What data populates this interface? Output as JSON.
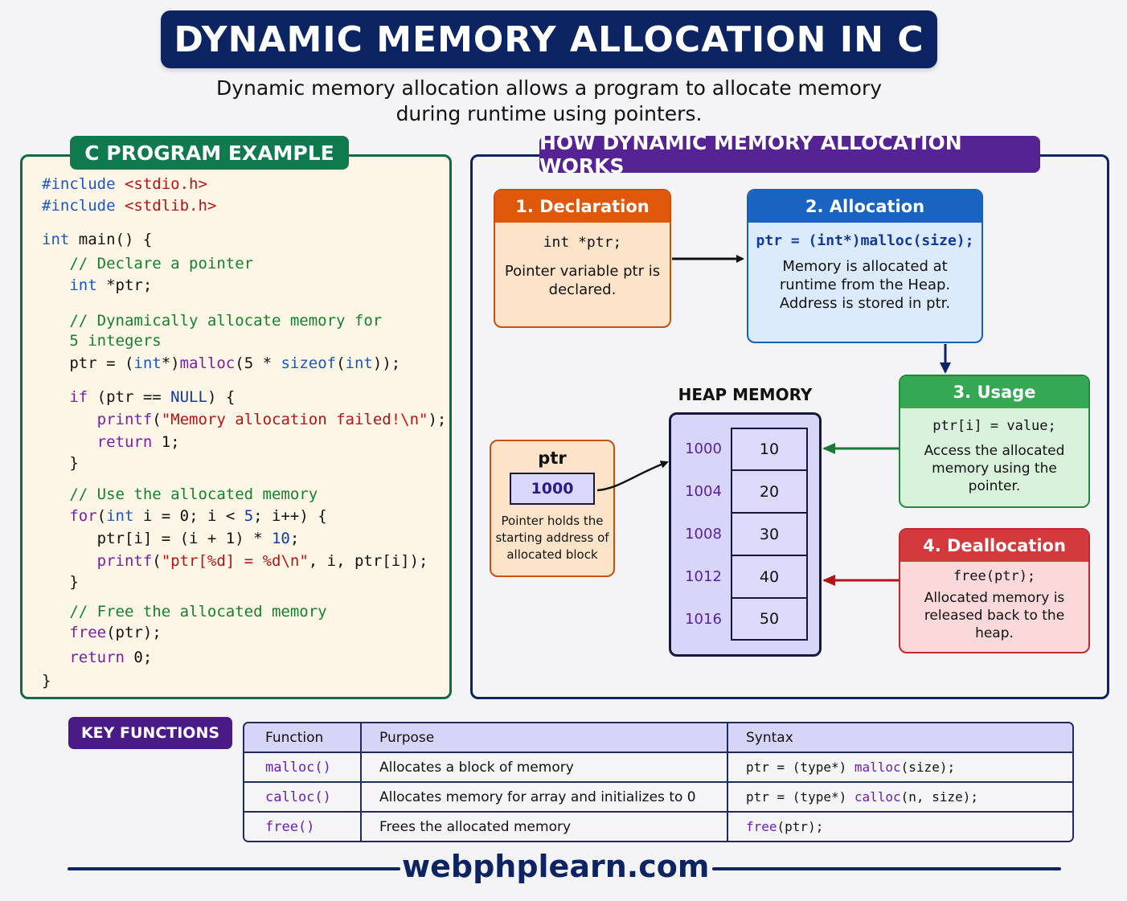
{
  "header": {
    "title": "DYNAMIC MEMORY ALLOCATION IN C",
    "subtitle_line1": "Dynamic memory allocation allows a program to allocate memory",
    "subtitle_line2": "during runtime using pointers."
  },
  "code_panel": {
    "title": "C PROGRAM EXAMPLE",
    "lines": [
      {
        "tokens": [
          {
            "t": "#include ",
            "c": "kw"
          },
          {
            "t": "<stdio.h>",
            "c": "str"
          }
        ]
      },
      {
        "tokens": [
          {
            "t": "#include ",
            "c": "kw"
          },
          {
            "t": "<stdlib.h>",
            "c": "str"
          }
        ]
      },
      {
        "tokens": [
          {
            "t": "int",
            "c": "kw"
          },
          {
            "t": " main() {",
            "c": ""
          }
        ]
      },
      {
        "tokens": [
          {
            "t": "   // Declare a pointer",
            "c": "cm"
          }
        ]
      },
      {
        "tokens": [
          {
            "t": "   ",
            "c": ""
          },
          {
            "t": "int",
            "c": "kw"
          },
          {
            "t": " *ptr;",
            "c": ""
          }
        ]
      },
      {
        "tokens": [
          {
            "t": "   // Dynamically allocate memory for",
            "c": "cm"
          }
        ]
      },
      {
        "tokens": [
          {
            "t": "   5 integers",
            "c": "cm"
          }
        ]
      },
      {
        "tokens": [
          {
            "t": "   ptr = (",
            "c": ""
          },
          {
            "t": "int",
            "c": "kw"
          },
          {
            "t": "*)",
            "c": ""
          },
          {
            "t": "malloc",
            "c": "fn"
          },
          {
            "t": "(5 * ",
            "c": ""
          },
          {
            "t": "sizeof",
            "c": "kw"
          },
          {
            "t": "(",
            "c": ""
          },
          {
            "t": "int",
            "c": "kw"
          },
          {
            "t": "));",
            "c": ""
          }
        ]
      },
      {
        "tokens": [
          {
            "t": "   ",
            "c": ""
          },
          {
            "t": "if",
            "c": "fn"
          },
          {
            "t": " (ptr == ",
            "c": ""
          },
          {
            "t": "NULL",
            "c": "nl"
          },
          {
            "t": ") {",
            "c": ""
          }
        ]
      },
      {
        "tokens": [
          {
            "t": "      ",
            "c": ""
          },
          {
            "t": "printf",
            "c": "fn"
          },
          {
            "t": "(",
            "c": ""
          },
          {
            "t": "\"Memory allocation failed!\\n\"",
            "c": "str"
          },
          {
            "t": ");",
            "c": ""
          }
        ]
      },
      {
        "tokens": [
          {
            "t": "      ",
            "c": ""
          },
          {
            "t": "return",
            "c": "fn"
          },
          {
            "t": " 1;",
            "c": ""
          }
        ]
      },
      {
        "tokens": [
          {
            "t": "   }",
            "c": ""
          }
        ]
      },
      {
        "tokens": [
          {
            "t": "   // Use the allocated memory",
            "c": "cm"
          }
        ]
      },
      {
        "tokens": [
          {
            "t": "   ",
            "c": ""
          },
          {
            "t": "for",
            "c": "fn"
          },
          {
            "t": "(",
            "c": ""
          },
          {
            "t": "int",
            "c": "kw"
          },
          {
            "t": " i = 0; i < ",
            "c": ""
          },
          {
            "t": "5",
            "c": "nl"
          },
          {
            "t": "; i++) {",
            "c": ""
          }
        ]
      },
      {
        "tokens": [
          {
            "t": "      ptr[i] = (i + 1) * ",
            "c": ""
          },
          {
            "t": "10",
            "c": "nl"
          },
          {
            "t": ";",
            "c": ""
          }
        ]
      },
      {
        "tokens": [
          {
            "t": "      ",
            "c": ""
          },
          {
            "t": "printf",
            "c": "fn"
          },
          {
            "t": "(",
            "c": ""
          },
          {
            "t": "\"ptr[%d] = %d\\n\"",
            "c": "str"
          },
          {
            "t": ", i, ptr[i]);",
            "c": ""
          }
        ]
      },
      {
        "tokens": [
          {
            "t": "   }",
            "c": ""
          }
        ]
      },
      {
        "tokens": [
          {
            "t": "   // Free the allocated memory",
            "c": "cm"
          }
        ]
      },
      {
        "tokens": [
          {
            "t": "   ",
            "c": ""
          },
          {
            "t": "free",
            "c": "fn"
          },
          {
            "t": "(ptr);",
            "c": ""
          }
        ]
      },
      {
        "tokens": [
          {
            "t": "   ",
            "c": ""
          },
          {
            "t": "return",
            "c": "fn"
          },
          {
            "t": " 0;",
            "c": ""
          }
        ]
      },
      {
        "tokens": [
          {
            "t": "}",
            "c": ""
          }
        ]
      }
    ]
  },
  "how_panel": {
    "title": "HOW DYNAMIC MEMORY ALLOCATION WORKS",
    "steps": [
      {
        "title": "1. Declaration",
        "code": "int *ptr;",
        "desc": "Pointer variable ptr is declared."
      },
      {
        "title": "2. Allocation",
        "code": "ptr = (int*)malloc(size);",
        "desc": "Memory is allocated at runtime from the Heap. Address is stored in ptr."
      },
      {
        "title": "3. Usage",
        "code": "ptr[i] = value;",
        "desc": "Access the allocated memory using the pointer."
      },
      {
        "title": "4. Deallocation",
        "code": "free(ptr);",
        "desc": "Allocated memory is released back to the heap."
      }
    ],
    "heap": {
      "title": "HEAP MEMORY",
      "cells": [
        {
          "address": "1000",
          "value": "10"
        },
        {
          "address": "1004",
          "value": "20"
        },
        {
          "address": "1008",
          "value": "30"
        },
        {
          "address": "1012",
          "value": "40"
        },
        {
          "address": "1016",
          "value": "50"
        }
      ]
    },
    "pointer": {
      "label": "ptr",
      "value": "1000",
      "desc": "Pointer holds the starting address of allocated block"
    }
  },
  "key_functions": {
    "title": "KEY FUNCTIONS",
    "headers": [
      "Function",
      "Purpose",
      "Syntax"
    ],
    "rows": [
      {
        "function": "malloc()",
        "purpose": "Allocates a block of memory",
        "syntax_pre": "ptr = (type*) ",
        "syntax_fn": "malloc",
        "syntax_post": "(size);"
      },
      {
        "function": "calloc()",
        "purpose": "Allocates memory for array and initializes to 0",
        "syntax_pre": "ptr = (type*) ",
        "syntax_fn": "calloc",
        "syntax_post": "(n, size);"
      },
      {
        "function": "free()",
        "purpose": "Frees the allocated memory",
        "syntax_pre": "",
        "syntax_fn": "free",
        "syntax_post": "(ptr);"
      }
    ]
  },
  "footer": {
    "site": "webphplearn.com"
  }
}
